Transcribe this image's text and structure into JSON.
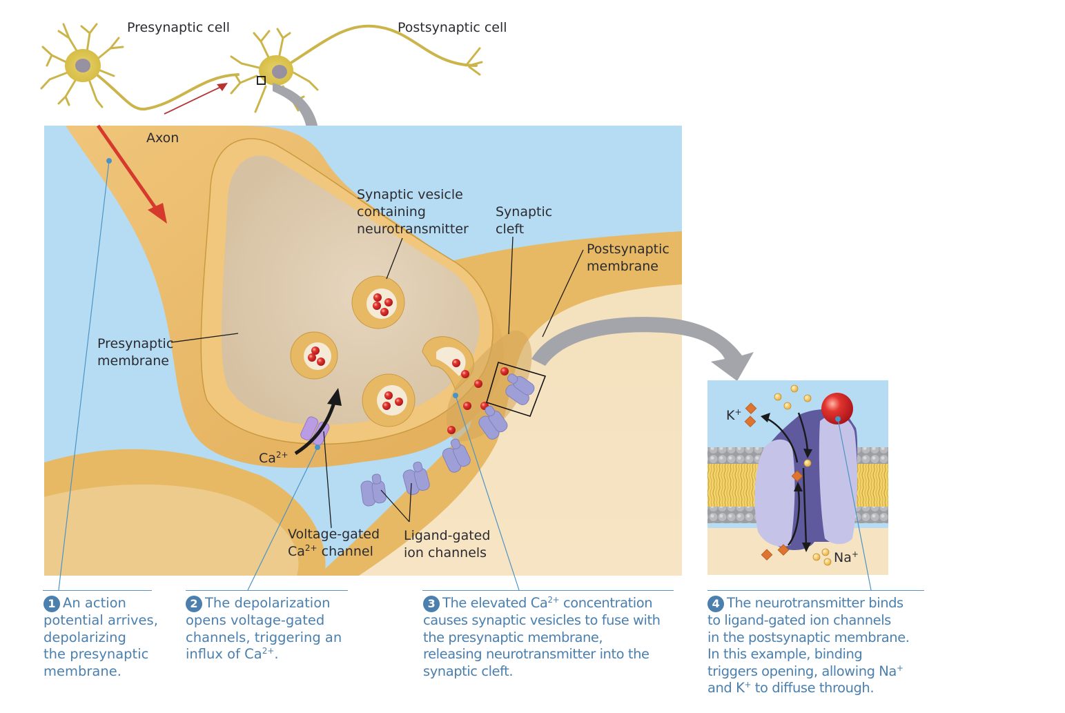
{
  "overview": {
    "presynaptic_cell_label": "Presynaptic cell",
    "postsynaptic_cell_label": "Postsynaptic cell"
  },
  "main_view": {
    "axon_label": "Axon",
    "vesicle_label": [
      "Synaptic vesicle",
      "containing",
      "neurotransmitter"
    ],
    "cleft_label": [
      "Synaptic",
      "cleft"
    ],
    "postsynaptic_membrane_label": [
      "Postsynaptic",
      "membrane"
    ],
    "presynaptic_membrane_label": [
      "Presynaptic",
      "membrane"
    ],
    "ca_ion_label": {
      "base": "Ca",
      "sup": "2+"
    },
    "voltage_gated_label": {
      "line1": "Voltage-gated",
      "line2_base": "Ca",
      "line2_sup": "2+",
      "line2_rest": " channel"
    },
    "ligand_gated_label": [
      "Ligand-gated",
      "ion channels"
    ]
  },
  "inset": {
    "k_label": {
      "base": "K",
      "sup": "+"
    },
    "na_label": {
      "base": "Na",
      "sup": "+"
    }
  },
  "captions": [
    {
      "number": "1",
      "lines": [
        "An action",
        "potential arrives,",
        "depolarizing",
        "the presynaptic",
        "membrane."
      ]
    },
    {
      "number": "2",
      "lines": [
        "The depolarization",
        "opens voltage-gated",
        "channels, triggering an"
      ],
      "last_base": "influx of Ca",
      "last_sup": "2+",
      "last_tail": "."
    },
    {
      "number": "3",
      "first_pre": "The elevated Ca",
      "first_sup": "2+",
      "first_post": " concentration",
      "lines": [
        "causes synaptic vesicles to fuse with",
        "the presynaptic membrane,",
        "releasing neurotransmitter into the",
        "synaptic cleft."
      ]
    },
    {
      "number": "4",
      "lines": [
        "The neurotransmitter binds",
        "to ligand-gated ion channels",
        "in the postsynaptic membrane.",
        "In this example, binding"
      ],
      "line5_base": "triggers opening, allowing Na",
      "line5_sup": "+",
      "line6_pre": "and K",
      "line6_sup": "+",
      "line6_post": " to diffuse through."
    }
  ],
  "colors": {
    "extracellular": "#b5dcf3",
    "cytoplasm_tan": "#f2dcb4",
    "membrane_gold": "#e7b964",
    "terminal_interior": "#e0cdb2",
    "caption_blue": "#4a7fae",
    "neurotransmitter_red": "#d8282a",
    "ion_channel_purple": "#9f9fd8",
    "k_ion_orange": "#dd7530",
    "na_ion_yellow": "#f2c45a",
    "arrow_gray": "#a3a5aa",
    "action_potential_red": "#d53a2c"
  }
}
